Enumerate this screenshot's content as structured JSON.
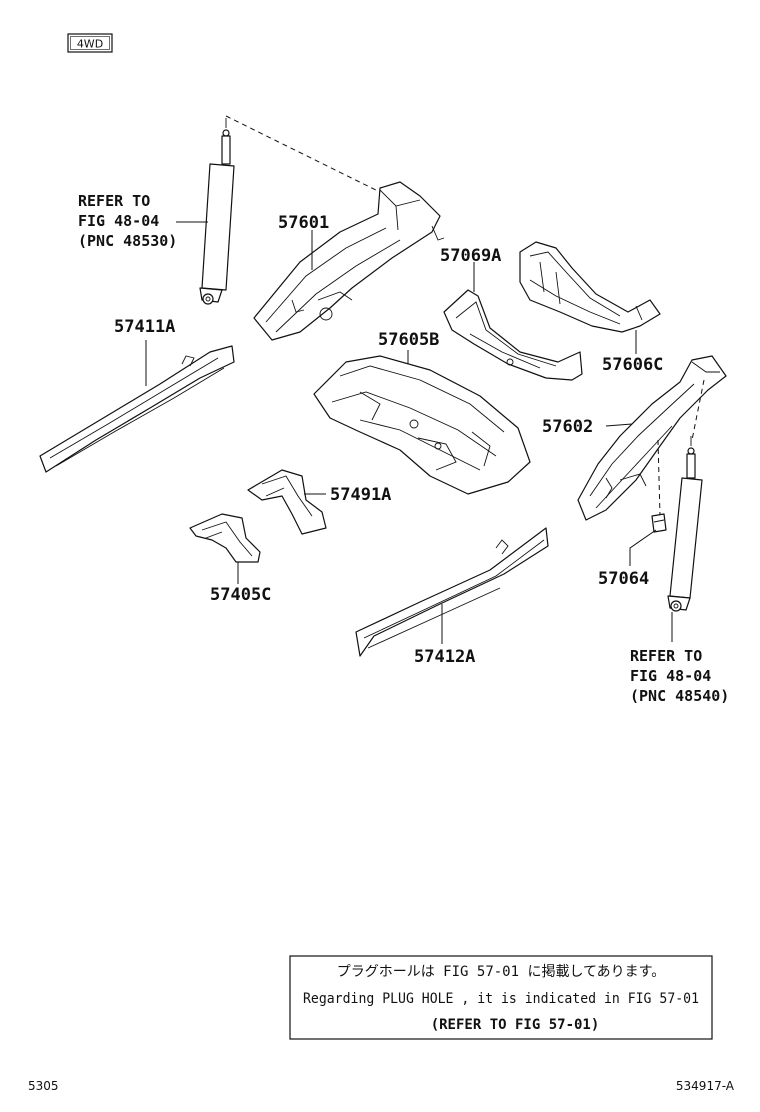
{
  "badge": {
    "label": "4WD"
  },
  "parts": {
    "p57601": "57601",
    "p57069A": "57069A",
    "p57411A": "57411A",
    "p57605B": "57605B",
    "p57606C": "57606C",
    "p57602": "57602",
    "p57491A": "57491A",
    "p57405C": "57405C",
    "p57064": "57064",
    "p57412A": "57412A"
  },
  "ref_left": {
    "line1": "REFER TO",
    "line2": "FIG 48-04",
    "line3": "(PNC 48530)"
  },
  "ref_right": {
    "line1": "REFER TO",
    "line2": "FIG 48-04",
    "line3": "(PNC 48540)"
  },
  "note": {
    "line1": "プラグホールは FIG 57-01 に掲載してあります。",
    "line2": "Regarding PLUG HOLE , it is indicated in FIG 57-01",
    "line3": "(REFER TO FIG 57-01)"
  },
  "footer": {
    "left": "5305",
    "right": "534917-A"
  }
}
